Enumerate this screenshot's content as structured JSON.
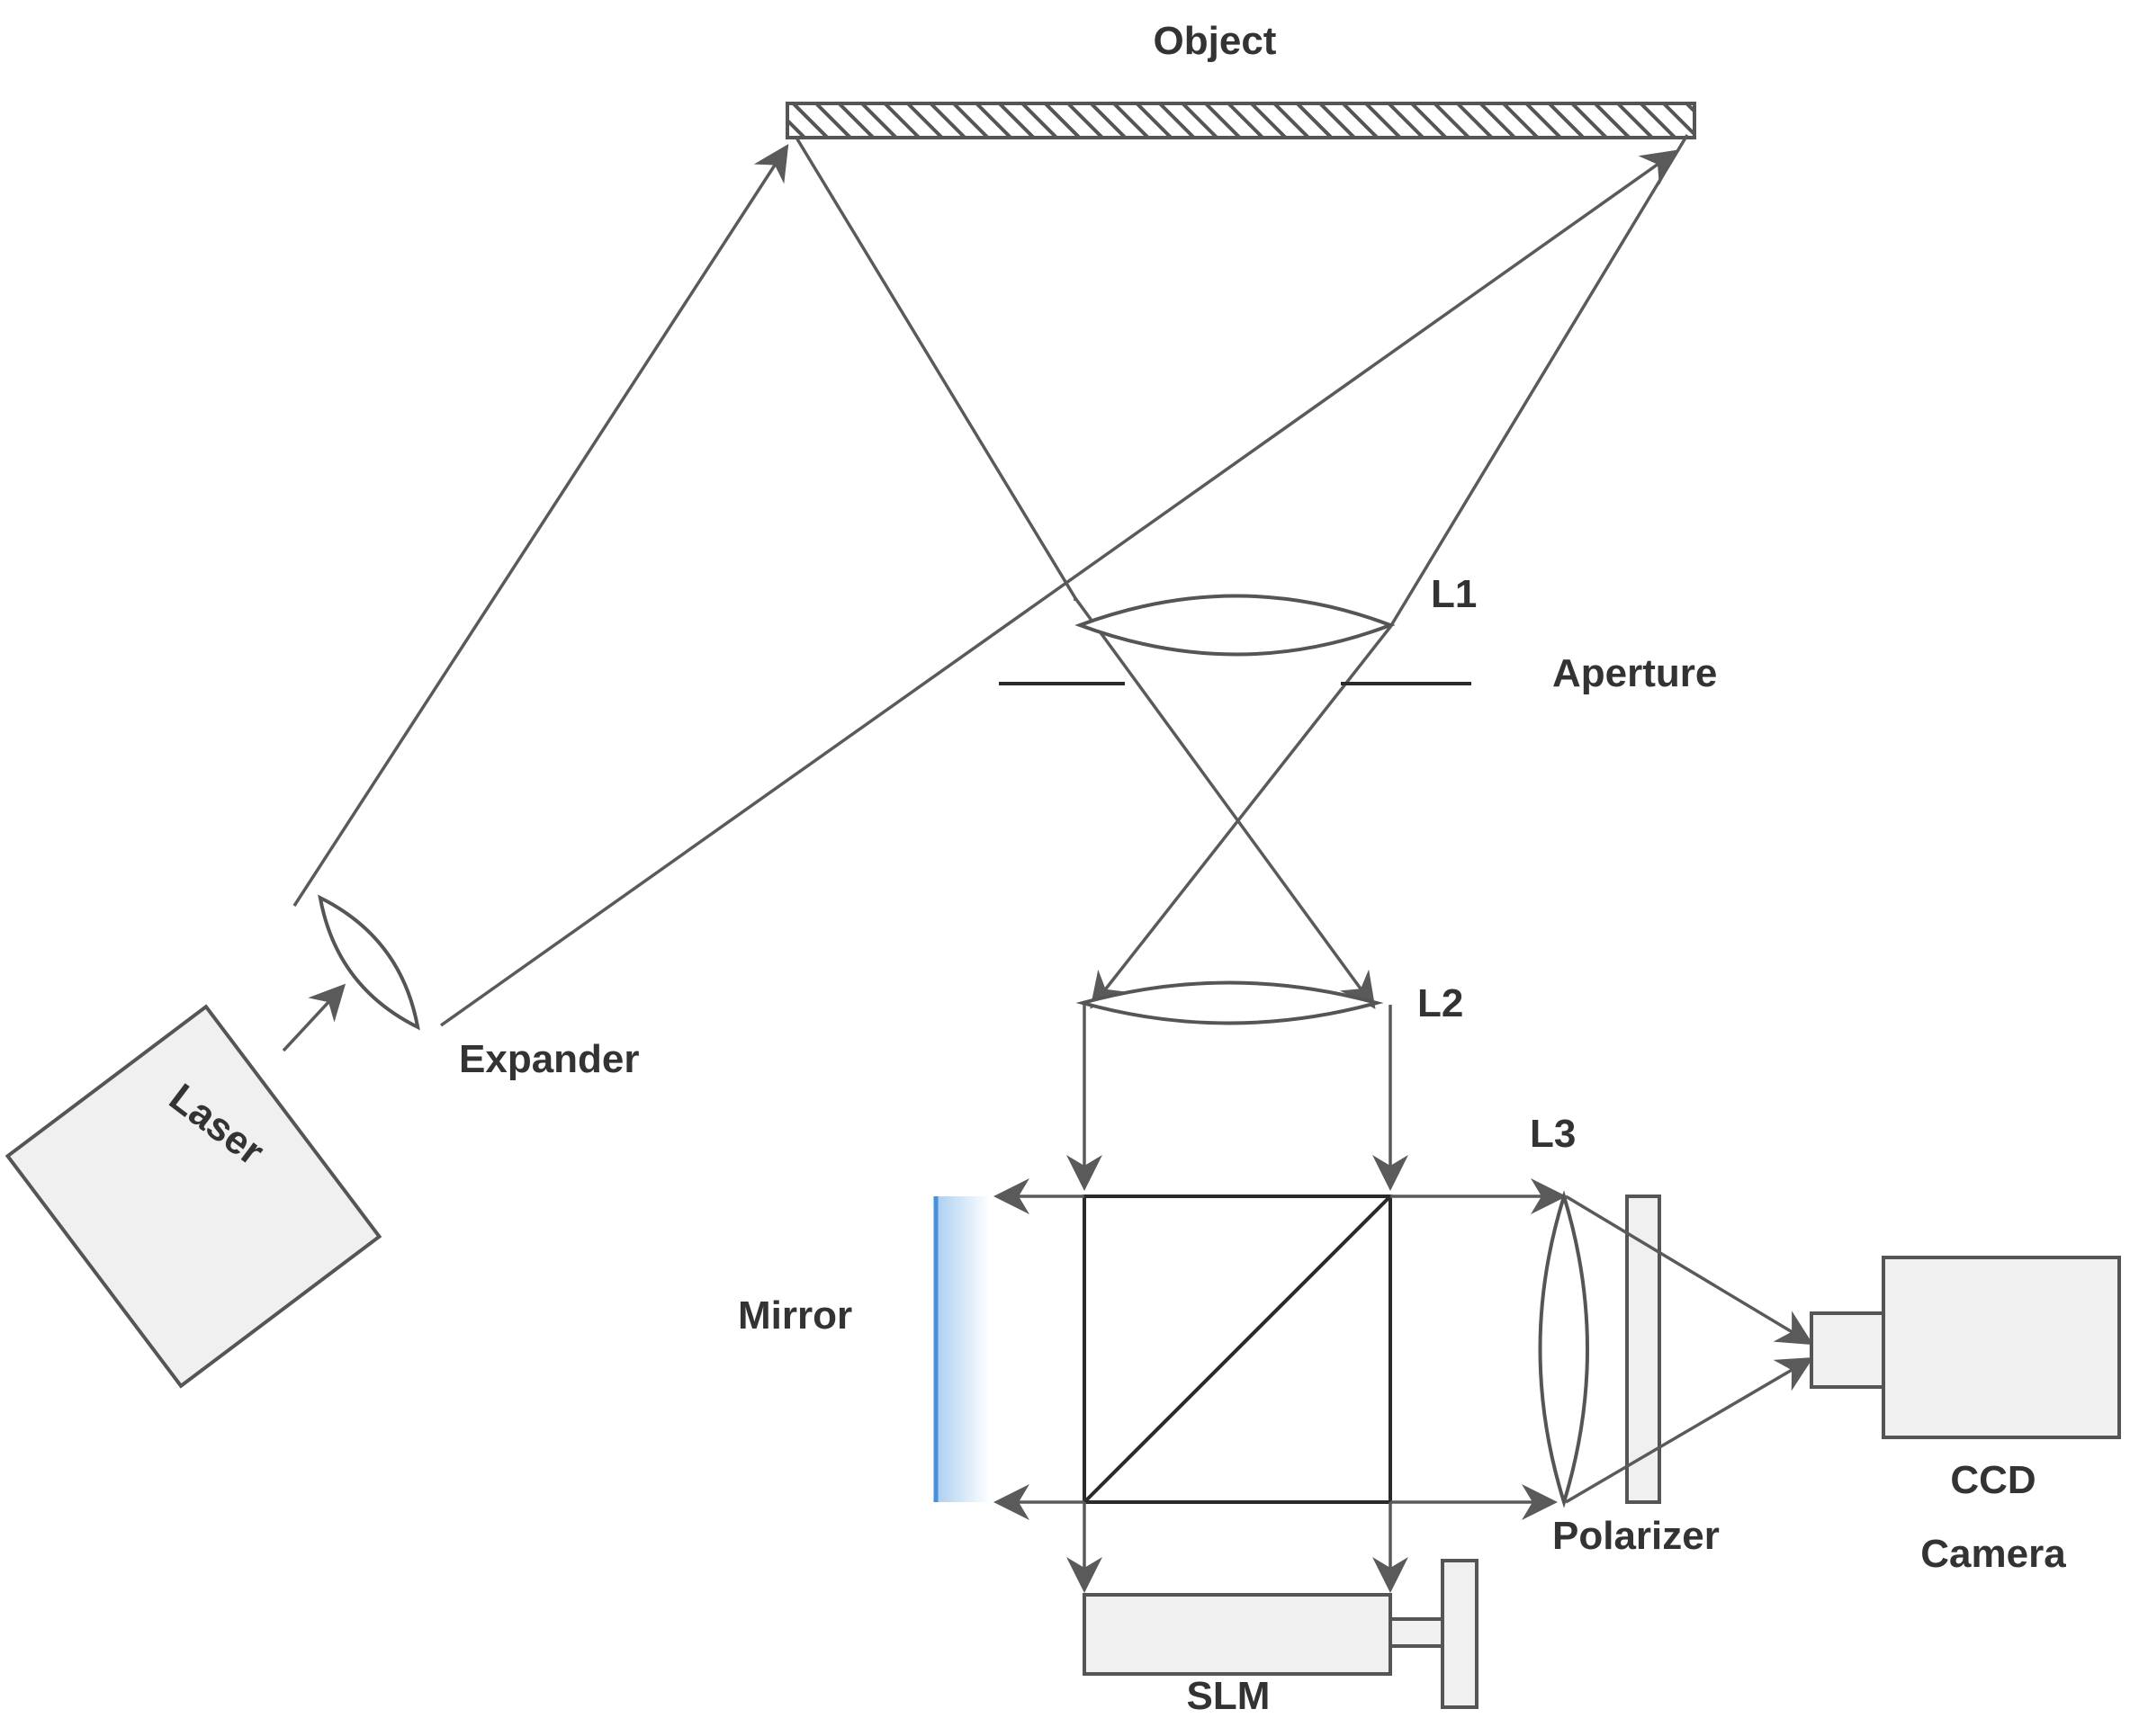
{
  "labels": {
    "object": "Object",
    "l1": "L1",
    "aperture": "Aperture",
    "l2": "L2",
    "expander": "Expander",
    "laser": "Laser",
    "l3": "L3",
    "mirror": "Mirror",
    "polarizer": "Polarizer",
    "ccd_line1": "CCD",
    "ccd_line2": "Camera",
    "slm": "SLM"
  },
  "colors": {
    "ray": "#5a5a5a",
    "component_fill": "#f0f0f0",
    "mirror_blue": "#4a90d9"
  }
}
